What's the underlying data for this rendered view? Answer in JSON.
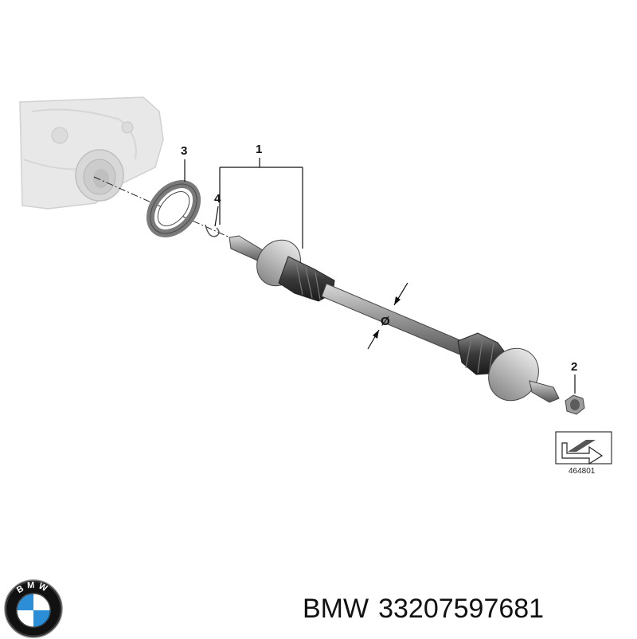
{
  "diagram": {
    "callouts": {
      "drive_shaft": "1",
      "nut": "2",
      "shim_ring": "3",
      "circlip": "4"
    },
    "diameter_symbol": "Ø",
    "illustration_ref": "464801"
  },
  "logo": {
    "lettering": "BMW",
    "colors": {
      "blue": "#2c8ed6",
      "white": "#ffffff",
      "ring": "#111111"
    }
  },
  "caption": {
    "brand": "BMW",
    "part_number": "33207597681"
  }
}
